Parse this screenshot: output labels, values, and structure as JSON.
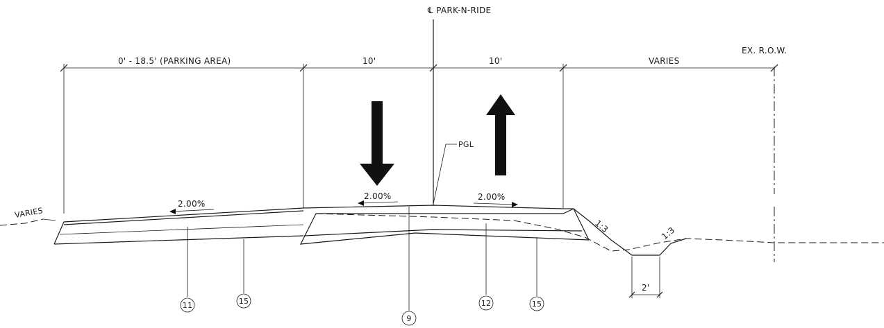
{
  "labels": {
    "centerline": "℄ PARK-N-RIDE",
    "row": "EX. R.O.W.",
    "dim_parking": "0' - 18.5' (PARKING AREA)",
    "dim_lane_left": "10'",
    "dim_lane_right": "10'",
    "dim_varies_right": "VARIES",
    "varies_left": "VARIES",
    "pgl": "PGL",
    "slope_parking": "2.00%",
    "slope_lane_left": "2.00%",
    "slope_lane_right": "2.00%",
    "side_slope_1": "1:3",
    "side_slope_2": "1:3",
    "ditch_width": "2'"
  },
  "callouts": {
    "c11": "11",
    "c15a": "15",
    "c9": "9",
    "c12": "12",
    "c15b": "15"
  }
}
